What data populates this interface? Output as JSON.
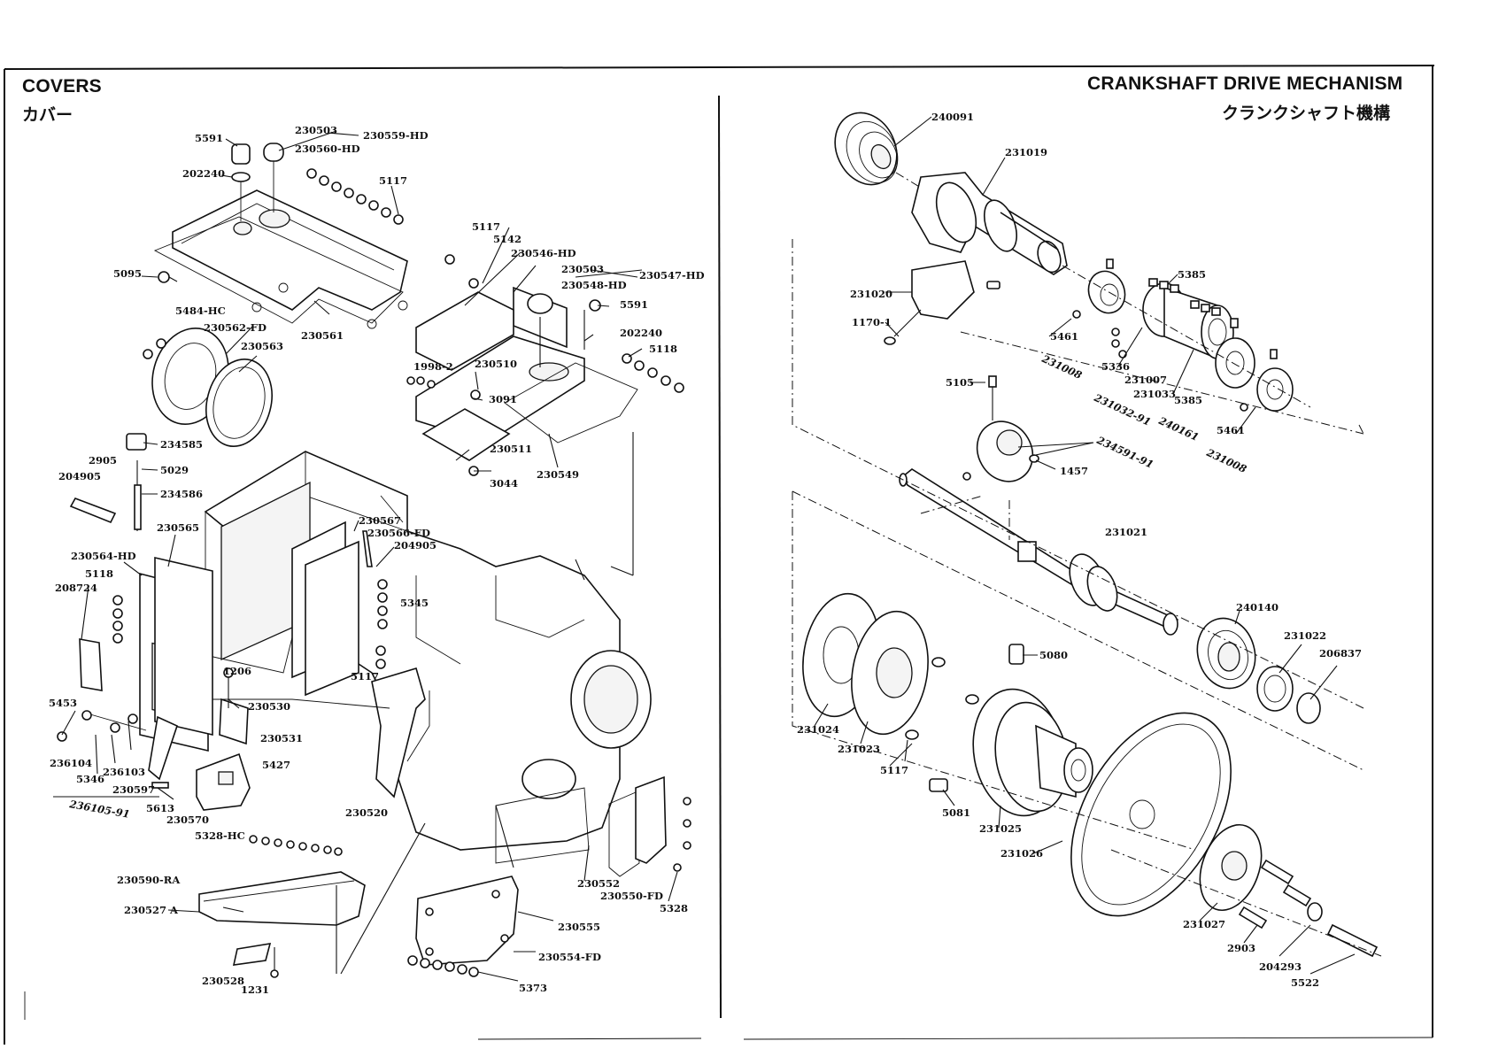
{
  "left_panel": {
    "title": "COVERS",
    "subtitle": "カバー",
    "labels": [
      "5591",
      "230503",
      "230559-HD",
      "230560-HD",
      "202240",
      "5117",
      "5095",
      "5484-HC",
      "230562-FD",
      "230563",
      "230561",
      "5117",
      "5142",
      "230546-HD",
      "230503",
      "230547-HD",
      "230548-HD",
      "5591",
      "202240",
      "5118",
      "1998-2",
      "230510",
      "3091",
      "230511",
      "3044",
      "230549",
      "234585",
      "2905",
      "5029",
      "204905",
      "234586",
      "230565",
      "230567",
      "230566-FD",
      "204905",
      "230564-HD",
      "5118",
      "208724",
      "5345",
      "5117",
      "1206",
      "230530",
      "5453",
      "230531",
      "5427",
      "236104",
      "5346",
      "236103",
      "230597",
      "5613",
      "236105-91",
      "230570",
      "230520",
      "5328-HC",
      "230590-RA",
      "230527 A",
      "230528",
      "1231",
      "230552",
      "230550-FD",
      "5328",
      "230555",
      "230554-FD",
      "5373"
    ]
  },
  "right_panel": {
    "title": "CRANKSHAFT DRIVE MECHANISM",
    "subtitle": "クランクシャフト機構",
    "labels": [
      "240091",
      "231019",
      "231020",
      "1170-1",
      "5385",
      "5461",
      "231008",
      "5336",
      "231007",
      "231033",
      "231032-91",
      "5385",
      "240161",
      "5461",
      "231008",
      "5105",
      "234591-91",
      "1457",
      "231021",
      "240140",
      "231022",
      "206837",
      "5080",
      "231024",
      "231023",
      "5117",
      "5081",
      "231025",
      "231026",
      "231027",
      "2903",
      "204293",
      "5522"
    ]
  }
}
